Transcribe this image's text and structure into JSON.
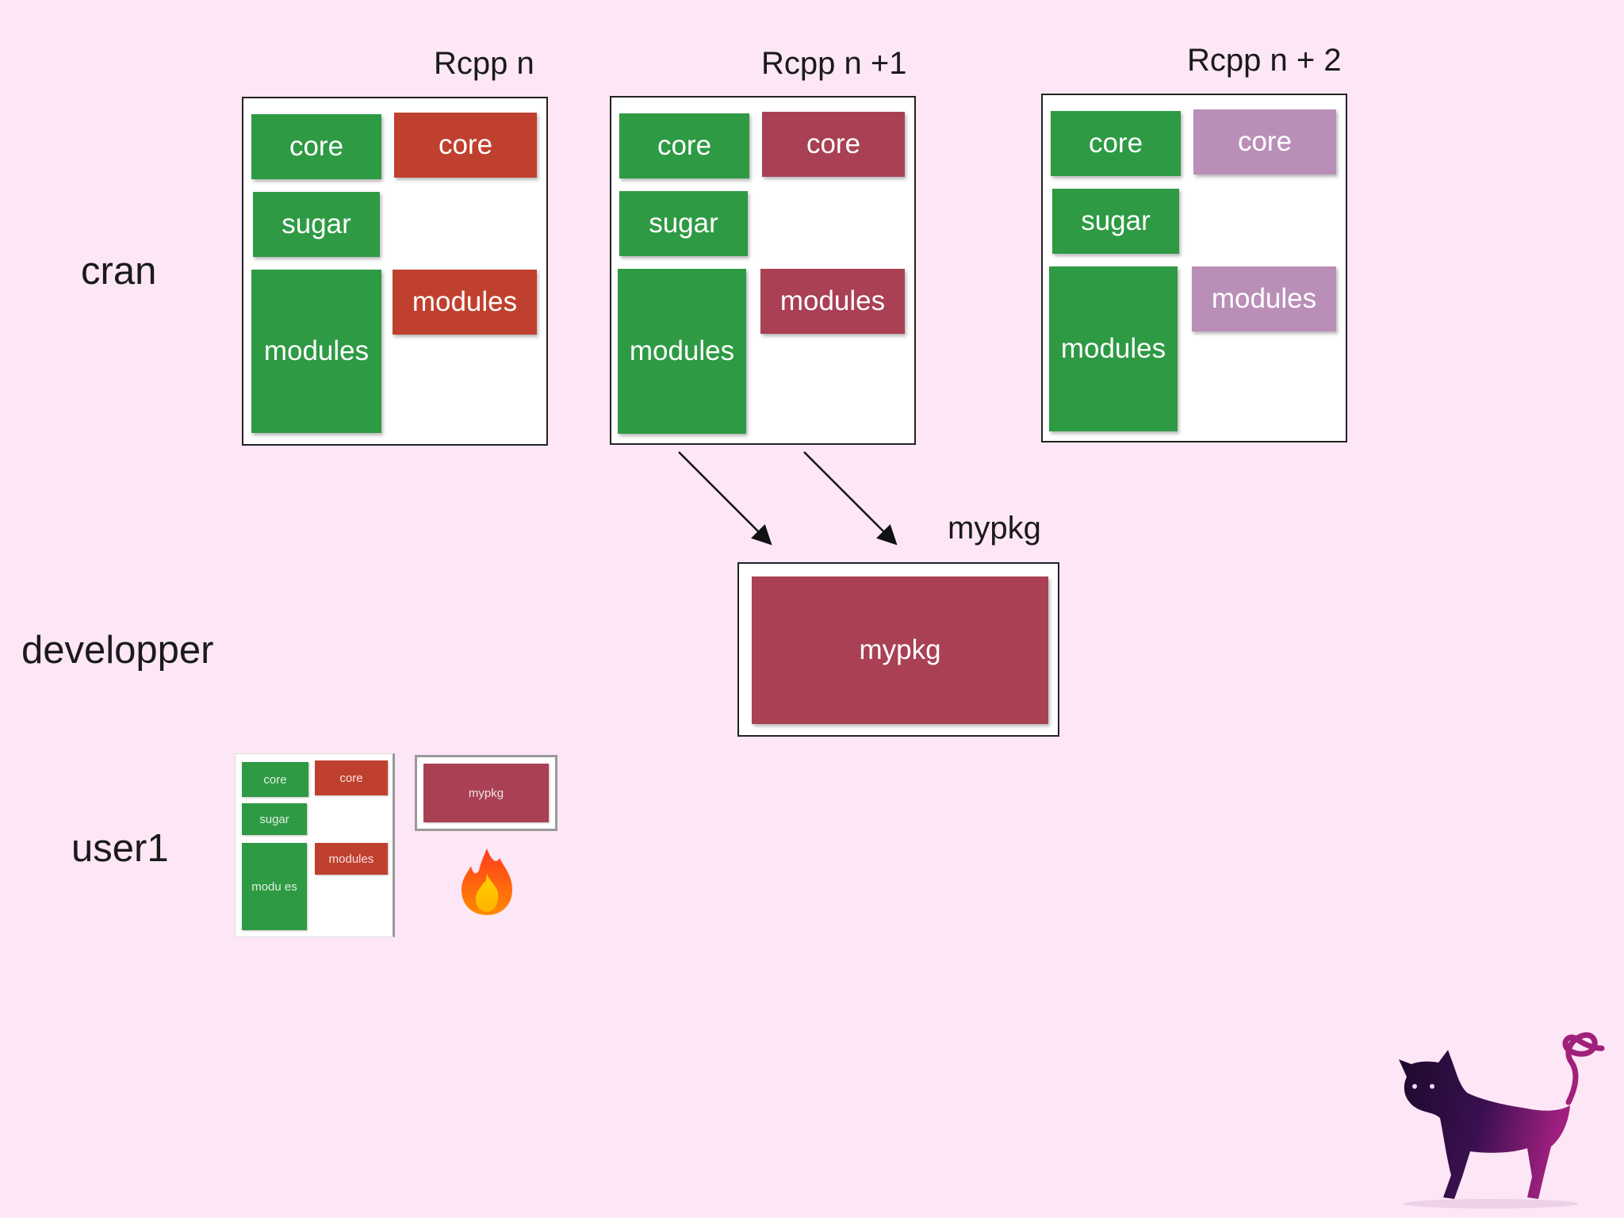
{
  "colors": {
    "background": "#fde6f6",
    "green": "#2e9a44",
    "orange_red": "#c0402f",
    "crimson": "#a94054",
    "lilac": "#b98fb8"
  },
  "rows": {
    "cran": "cran",
    "developer": "developper",
    "user": "user1"
  },
  "columns": {
    "rcpp_n": "Rcpp n",
    "rcpp_n1": "Rcpp n +1",
    "rcpp_n2": "Rcpp n + 2"
  },
  "rcpp_n": {
    "core_green": "core",
    "core_red": "core",
    "sugar": "sugar",
    "modules_green": "modules",
    "modules_red": "modules"
  },
  "rcpp_n1": {
    "core_green": "core",
    "core_red": "core",
    "sugar": "sugar",
    "modules_green": "modules",
    "modules_red": "modules"
  },
  "rcpp_n2": {
    "core_green": "core",
    "core_purple": "core",
    "sugar": "sugar",
    "modules_green": "modules",
    "modules_purple": "modules"
  },
  "developer_pkg": {
    "title": "mypkg",
    "block": "mypkg"
  },
  "user1_thumb": {
    "core_green": "core",
    "core_red": "core",
    "sugar": "sugar",
    "modules_green": "modu es",
    "modules_red": "modules",
    "mypkg": "mypkg"
  },
  "icons": {
    "fire": "fire-icon",
    "cat": "cat-icon"
  }
}
